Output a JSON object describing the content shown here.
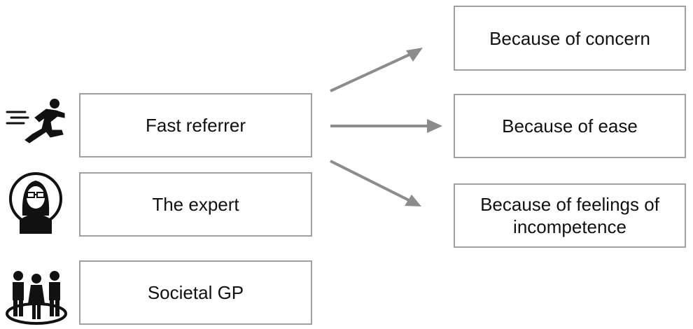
{
  "left_boxes": [
    {
      "label": "Fast referrer",
      "icon": "running-person-icon"
    },
    {
      "label": "The expert",
      "icon": "expert-woman-icon"
    },
    {
      "label": "Societal GP",
      "icon": "group-people-icon"
    }
  ],
  "right_boxes": [
    {
      "label": "Because of concern"
    },
    {
      "label": "Because of ease"
    },
    {
      "label": "Because of feelings of incompetence"
    }
  ],
  "colors": {
    "border": "#a0a0a0",
    "arrow": "#8c8c8c",
    "icon": "#111111"
  }
}
